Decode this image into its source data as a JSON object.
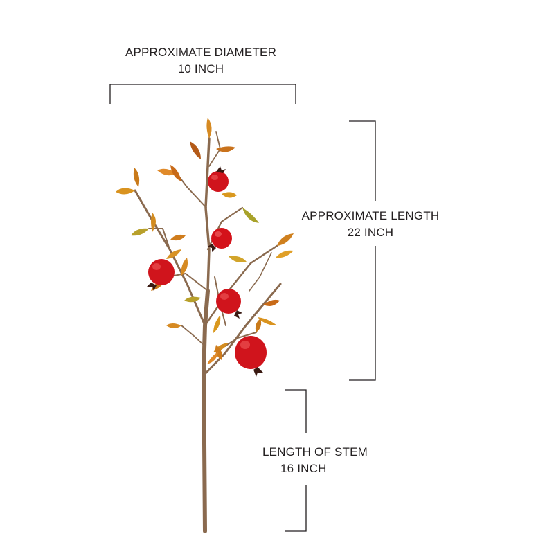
{
  "dimensions": {
    "diameter": {
      "label": "APPROXIMATE DIAMETER",
      "value": "10 INCH"
    },
    "length": {
      "label": "APPROXIMATE LENGTH",
      "value": "22 INCH"
    },
    "stem": {
      "label": "LENGTH OF STEM",
      "value": "16 INCH"
    }
  },
  "colors": {
    "bracket": "#231f20",
    "stem": "#8a6a4f",
    "fruit": "#d0141c",
    "leaf": "#d9931f"
  }
}
